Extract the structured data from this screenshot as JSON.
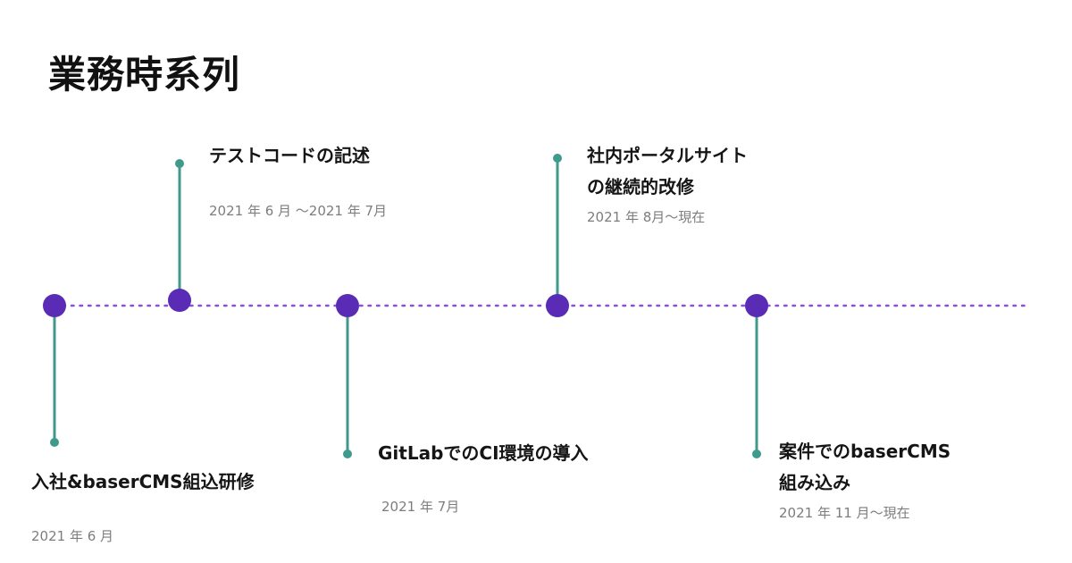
{
  "title": "業務時系列",
  "colors": {
    "line": "#8a4fe0",
    "node": "#5a2bb5",
    "stem": "#3f9a8c",
    "title_text": "#151515",
    "date_text": "#7d7d7d"
  },
  "events": [
    {
      "title_lines": [
        "入社&baserCMS組込研修"
      ],
      "date": "2021 年 6 月",
      "side": "below"
    },
    {
      "title_lines": [
        "テストコードの記述"
      ],
      "date": "2021 年 6 月 ～2021 年 7月",
      "side": "above"
    },
    {
      "title_lines": [
        "GitLabでのCI環境の導入"
      ],
      "date": "2021 年 7月",
      "side": "below"
    },
    {
      "title_lines": [
        "社内ポータルサイト",
        "の継続的改修"
      ],
      "date": "2021 年 8月～現在",
      "side": "above"
    },
    {
      "title_lines": [
        "案件でのbaserCMS",
        "組み込み"
      ],
      "date": "2021 年 11 月～現在",
      "side": "below"
    }
  ]
}
